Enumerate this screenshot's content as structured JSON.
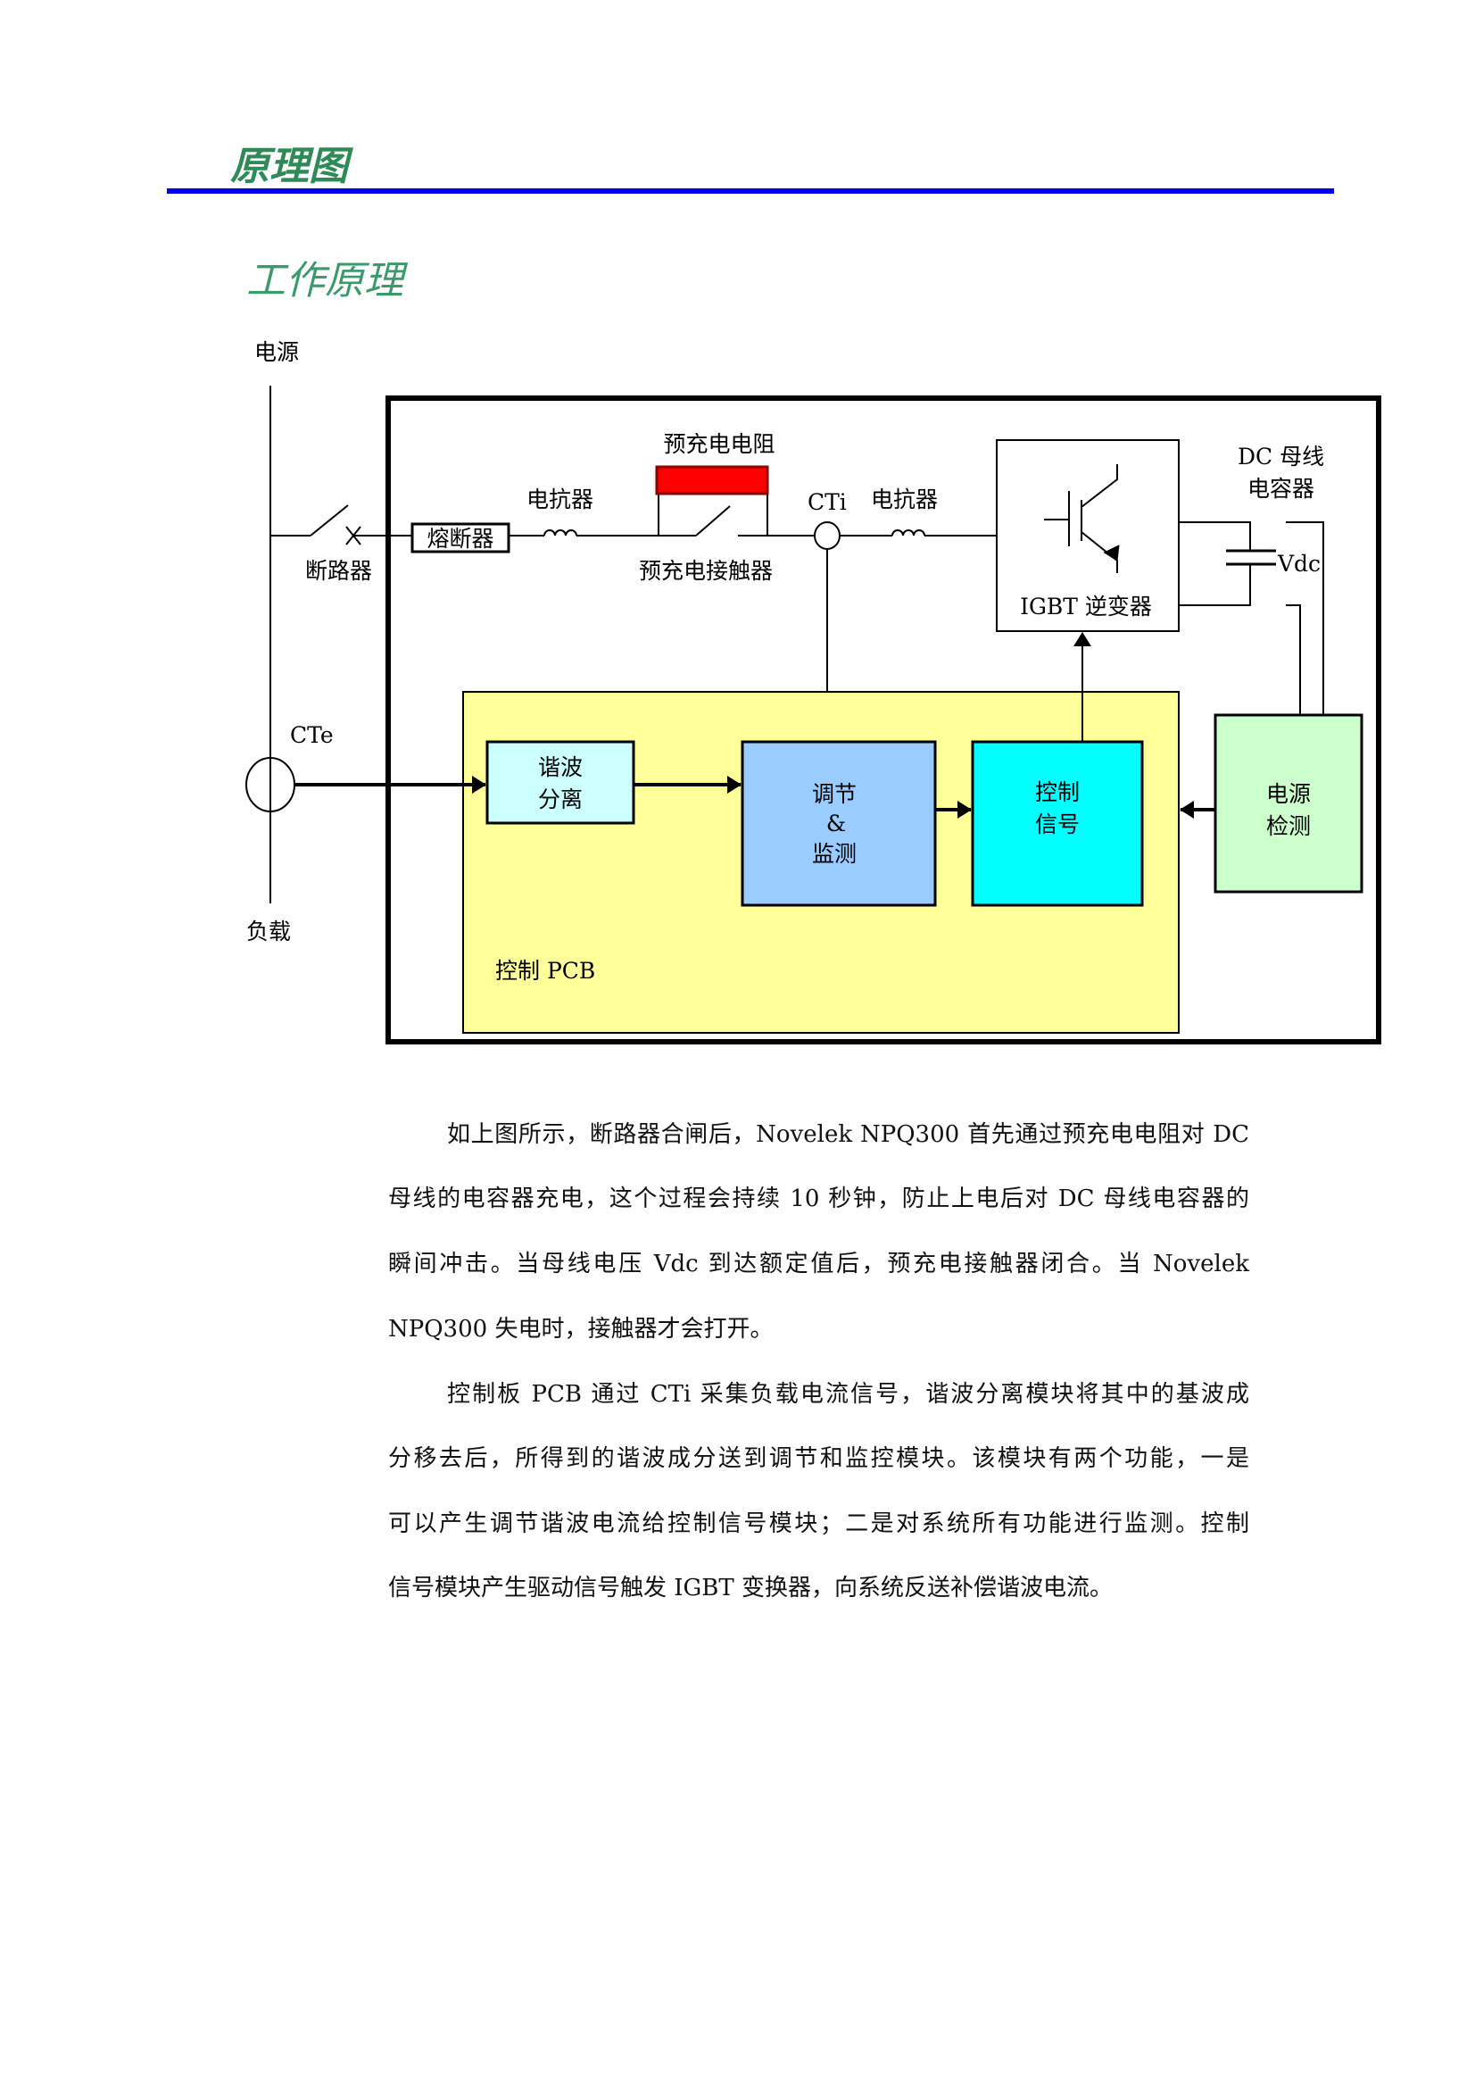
{
  "header": {
    "title": "原理图",
    "subtitle": "工作原理"
  },
  "diagram": {
    "power_source": "电源",
    "load": "负载",
    "breaker": "断路器",
    "fuse": "熔断器",
    "reactor_1": "电抗器",
    "reactor_2": "电抗器",
    "precharge_resistor": "预充电电阻",
    "precharge_contactor": "预充电接触器",
    "cti": "CTi",
    "cte": "CTe",
    "dc_bus_line1": "DC 母线",
    "dc_bus_line2": "电容器",
    "vdc": "Vdc",
    "igbt": "IGBT 逆变器",
    "control_pcb": "控制 PCB",
    "harmonic_sep": [
      "谐波",
      "分离"
    ],
    "regulate_monitor": [
      "调节",
      "&",
      "监测"
    ],
    "control_signal": [
      "控制",
      "信号"
    ],
    "power_detect": [
      "电源",
      "检测"
    ],
    "colors": {
      "resistor": "#ff0000",
      "pcb": "#ffff99",
      "harmonic": "#ccffff",
      "regulate": "#99ccff",
      "control": "#00ffff",
      "power_detect": "#ccffcc",
      "title": "#2e8b57",
      "rule": "#0000ee"
    }
  },
  "body": {
    "p1": [
      "如上图所示，断路器合闸后，Novelek NPQ300 首先通过预充电电阻对 DC",
      "母线的电容器充电，这个过程会持续 10 秒钟，防止上电后对 DC 母线电容器的",
      "瞬间冲击。当母线电压 Vdc 到达额定值后，预充电接触器闭合。当 Novelek",
      "NPQ300 失电时，接触器才会打开。"
    ],
    "p2": [
      "控制板 PCB 通过 CTi 采集负载电流信号，谐波分离模块将其中的基波成",
      "分移去后，所得到的谐波成分送到调节和监控模块。该模块有两个功能，一是",
      "可以产生调节谐波电流给控制信号模块；二是对系统所有功能进行监测。控制",
      "信号模块产生驱动信号触发 IGBT 变换器，向系统反送补偿谐波电流。"
    ]
  }
}
